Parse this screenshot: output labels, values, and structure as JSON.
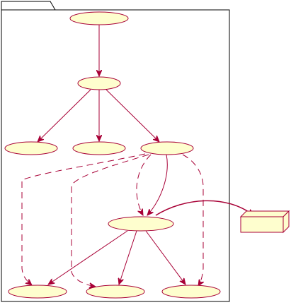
{
  "diagram": {
    "type": "uml-usecase-package",
    "package": {
      "label": ""
    },
    "node": {
      "label": ""
    },
    "colors": {
      "fill": "#FEFECE",
      "stroke": "#A80036",
      "package_stroke": "#000000",
      "package_fill": "#ffffff",
      "node_side": "#F1F1C1"
    },
    "use_cases": [
      {
        "id": "uc1",
        "label": ""
      },
      {
        "id": "uc2",
        "label": ""
      },
      {
        "id": "uc3",
        "label": ""
      },
      {
        "id": "uc4",
        "label": ""
      },
      {
        "id": "uc5",
        "label": ""
      },
      {
        "id": "uc6",
        "label": ""
      },
      {
        "id": "uc7",
        "label": ""
      },
      {
        "id": "uc8",
        "label": ""
      },
      {
        "id": "uc9",
        "label": ""
      }
    ],
    "edges": [
      {
        "from": "uc1",
        "to": "uc2",
        "style": "solid"
      },
      {
        "from": "uc2",
        "to": "uc3",
        "style": "solid"
      },
      {
        "from": "uc2",
        "to": "uc4",
        "style": "solid"
      },
      {
        "from": "uc2",
        "to": "uc5",
        "style": "solid"
      },
      {
        "from": "uc5",
        "to": "uc6",
        "style": "solid"
      },
      {
        "from": "uc5",
        "to": "uc6",
        "style": "dashed"
      },
      {
        "from": "uc5",
        "to": "uc7",
        "style": "dashed"
      },
      {
        "from": "uc5",
        "to": "uc8",
        "style": "dashed"
      },
      {
        "from": "uc5",
        "to": "uc9",
        "style": "dashed"
      },
      {
        "from": "uc6",
        "to": "uc7",
        "style": "solid"
      },
      {
        "from": "uc6",
        "to": "uc8",
        "style": "solid"
      },
      {
        "from": "uc6",
        "to": "uc9",
        "style": "solid"
      },
      {
        "from": "uc6",
        "to": "node1",
        "style": "solid"
      }
    ]
  }
}
